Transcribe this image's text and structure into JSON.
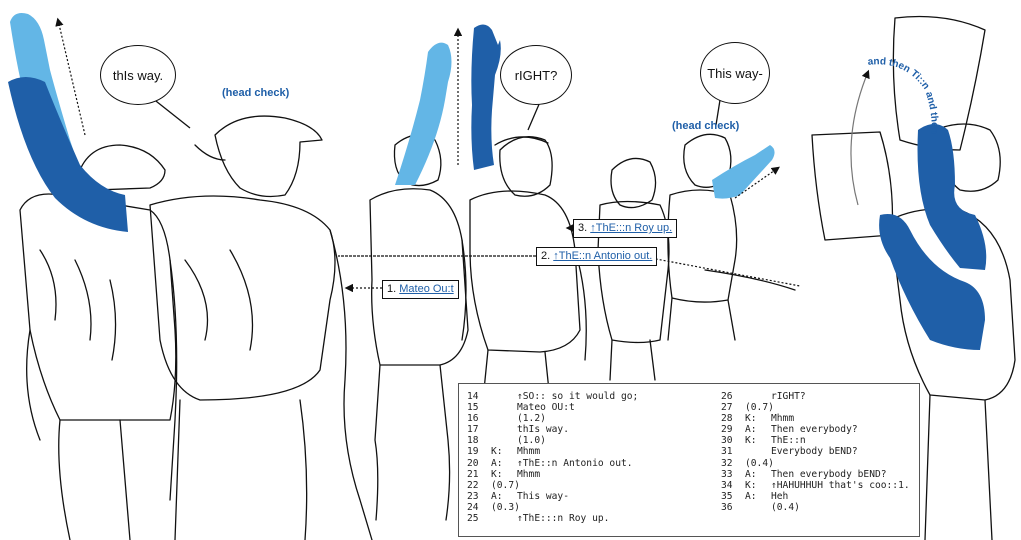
{
  "bubbles": {
    "this_way": "thIs way.",
    "right": "rIGHT?",
    "this_way_2": "This way-"
  },
  "head_checks": {
    "left": "(head check)",
    "right": "(head check)"
  },
  "callouts": {
    "c1": {
      "num": "1.",
      "text": "Mateo Ou:t"
    },
    "c2": {
      "num": "2.",
      "text": "↑ThE::n Antonio out."
    },
    "c3": {
      "num": "3.",
      "text": "↑ThE:::n Roy up."
    }
  },
  "curved_text": "and then Ti::n and then",
  "colors": {
    "arm_dark": "#1f5fa8",
    "arm_light": "#63b6e6",
    "text_blue": "#1f5fa8",
    "line": "#111111"
  },
  "transcript": {
    "col1": [
      {
        "n": "14",
        "sp": "",
        "t": "↑SO:: so it would go;"
      },
      {
        "n": "15",
        "sp": "",
        "t": "Mateo OU:t"
      },
      {
        "n": "16",
        "sp": "",
        "t": "(1.2)"
      },
      {
        "n": "17",
        "sp": "",
        "t": "thIs way."
      },
      {
        "n": "18",
        "sp": "",
        "t": "(1.0)"
      },
      {
        "n": "19",
        "sp": "K:",
        "t": "Mhmm"
      },
      {
        "n": "20",
        "sp": "A:",
        "t": "↑ThE::n Antonio out."
      },
      {
        "n": "21",
        "sp": "K:",
        "t": "Mhmm"
      },
      {
        "n": "22",
        "sp": "(0.7)",
        "t": ""
      },
      {
        "n": "23",
        "sp": "A:",
        "t": "This way-"
      },
      {
        "n": "24",
        "sp": "(0.3)",
        "t": ""
      },
      {
        "n": "25",
        "sp": "",
        "t": "↑ThE:::n Roy up."
      }
    ],
    "col2": [
      {
        "n": "26",
        "sp": "",
        "t": "rIGHT?"
      },
      {
        "n": "27",
        "sp": "(0.7)",
        "t": ""
      },
      {
        "n": "28",
        "sp": "K:",
        "t": "Mhmm"
      },
      {
        "n": "29",
        "sp": "A:",
        "t": "Then everybody?"
      },
      {
        "n": "30",
        "sp": "K:",
        "t": "ThE::n"
      },
      {
        "n": "31",
        "sp": "",
        "t": "Everybody bEND?"
      },
      {
        "n": "32",
        "sp": "(0.4)",
        "t": ""
      },
      {
        "n": "33",
        "sp": "A:",
        "t": "Then everybody bEND?"
      },
      {
        "n": "34",
        "sp": "K:",
        "t": "↑HAHUHHUH that's coo::1."
      },
      {
        "n": "35",
        "sp": "A:",
        "t": "Heh"
      },
      {
        "n": "36",
        "sp": "",
        "t": "(0.4)"
      }
    ]
  }
}
